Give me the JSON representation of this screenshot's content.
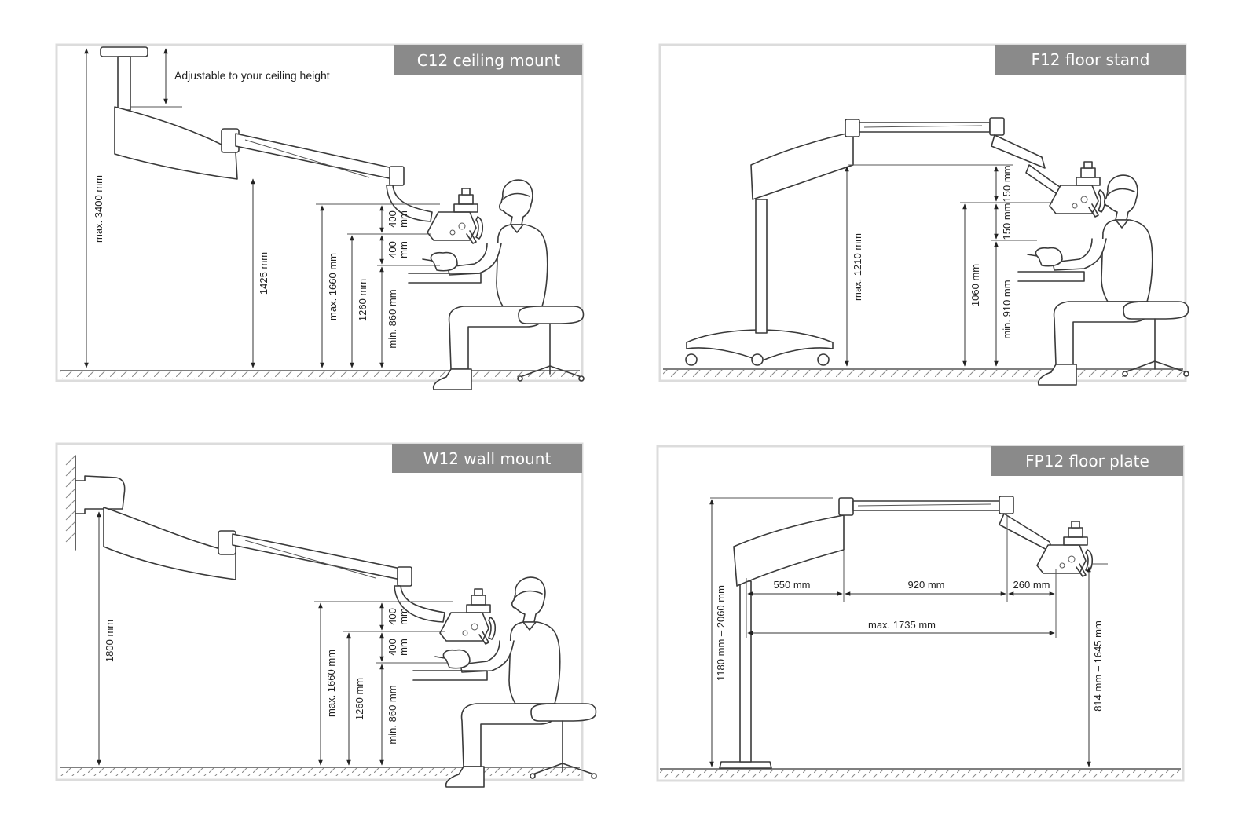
{
  "panels": {
    "c12": {
      "title": "C12 ceiling mount",
      "note": "Adjustable to your ceiling height",
      "dim_max_height": "max. 3400 mm",
      "dim_arm_height": "1425 mm",
      "dim_max_1660": "max. 1660 mm",
      "dim_1260": "1260 mm",
      "dim_min_860": "min. 860 mm",
      "dim_400_top": "400",
      "dim_400_top_unit": "mm",
      "dim_400_bottom": "400",
      "dim_400_bottom_unit": "mm"
    },
    "f12": {
      "title": "F12 floor stand",
      "dim_max_1210": "max. 1210 mm",
      "dim_1060": "1060 mm",
      "dim_150_top": "150 mm",
      "dim_150_bottom": "150 mm",
      "dim_min_910": "min. 910 mm"
    },
    "w12": {
      "title": "W12 wall mount",
      "dim_1800": "1800 mm",
      "dim_max_1660": "max. 1660 mm",
      "dim_1260": "1260 mm",
      "dim_min_860": "min. 860 mm",
      "dim_400_top": "400",
      "dim_400_top_unit": "mm",
      "dim_400_bottom": "400",
      "dim_400_bottom_unit": "mm"
    },
    "fp12": {
      "title": "FP12 floor plate",
      "dim_height_range": "1180 mm – 2060 mm",
      "dim_550": "550 mm",
      "dim_920": "920 mm",
      "dim_260": "260 mm",
      "dim_max_1735": "max. 1735 mm",
      "dim_scope_range": "814 mm – 1645 mm"
    }
  }
}
